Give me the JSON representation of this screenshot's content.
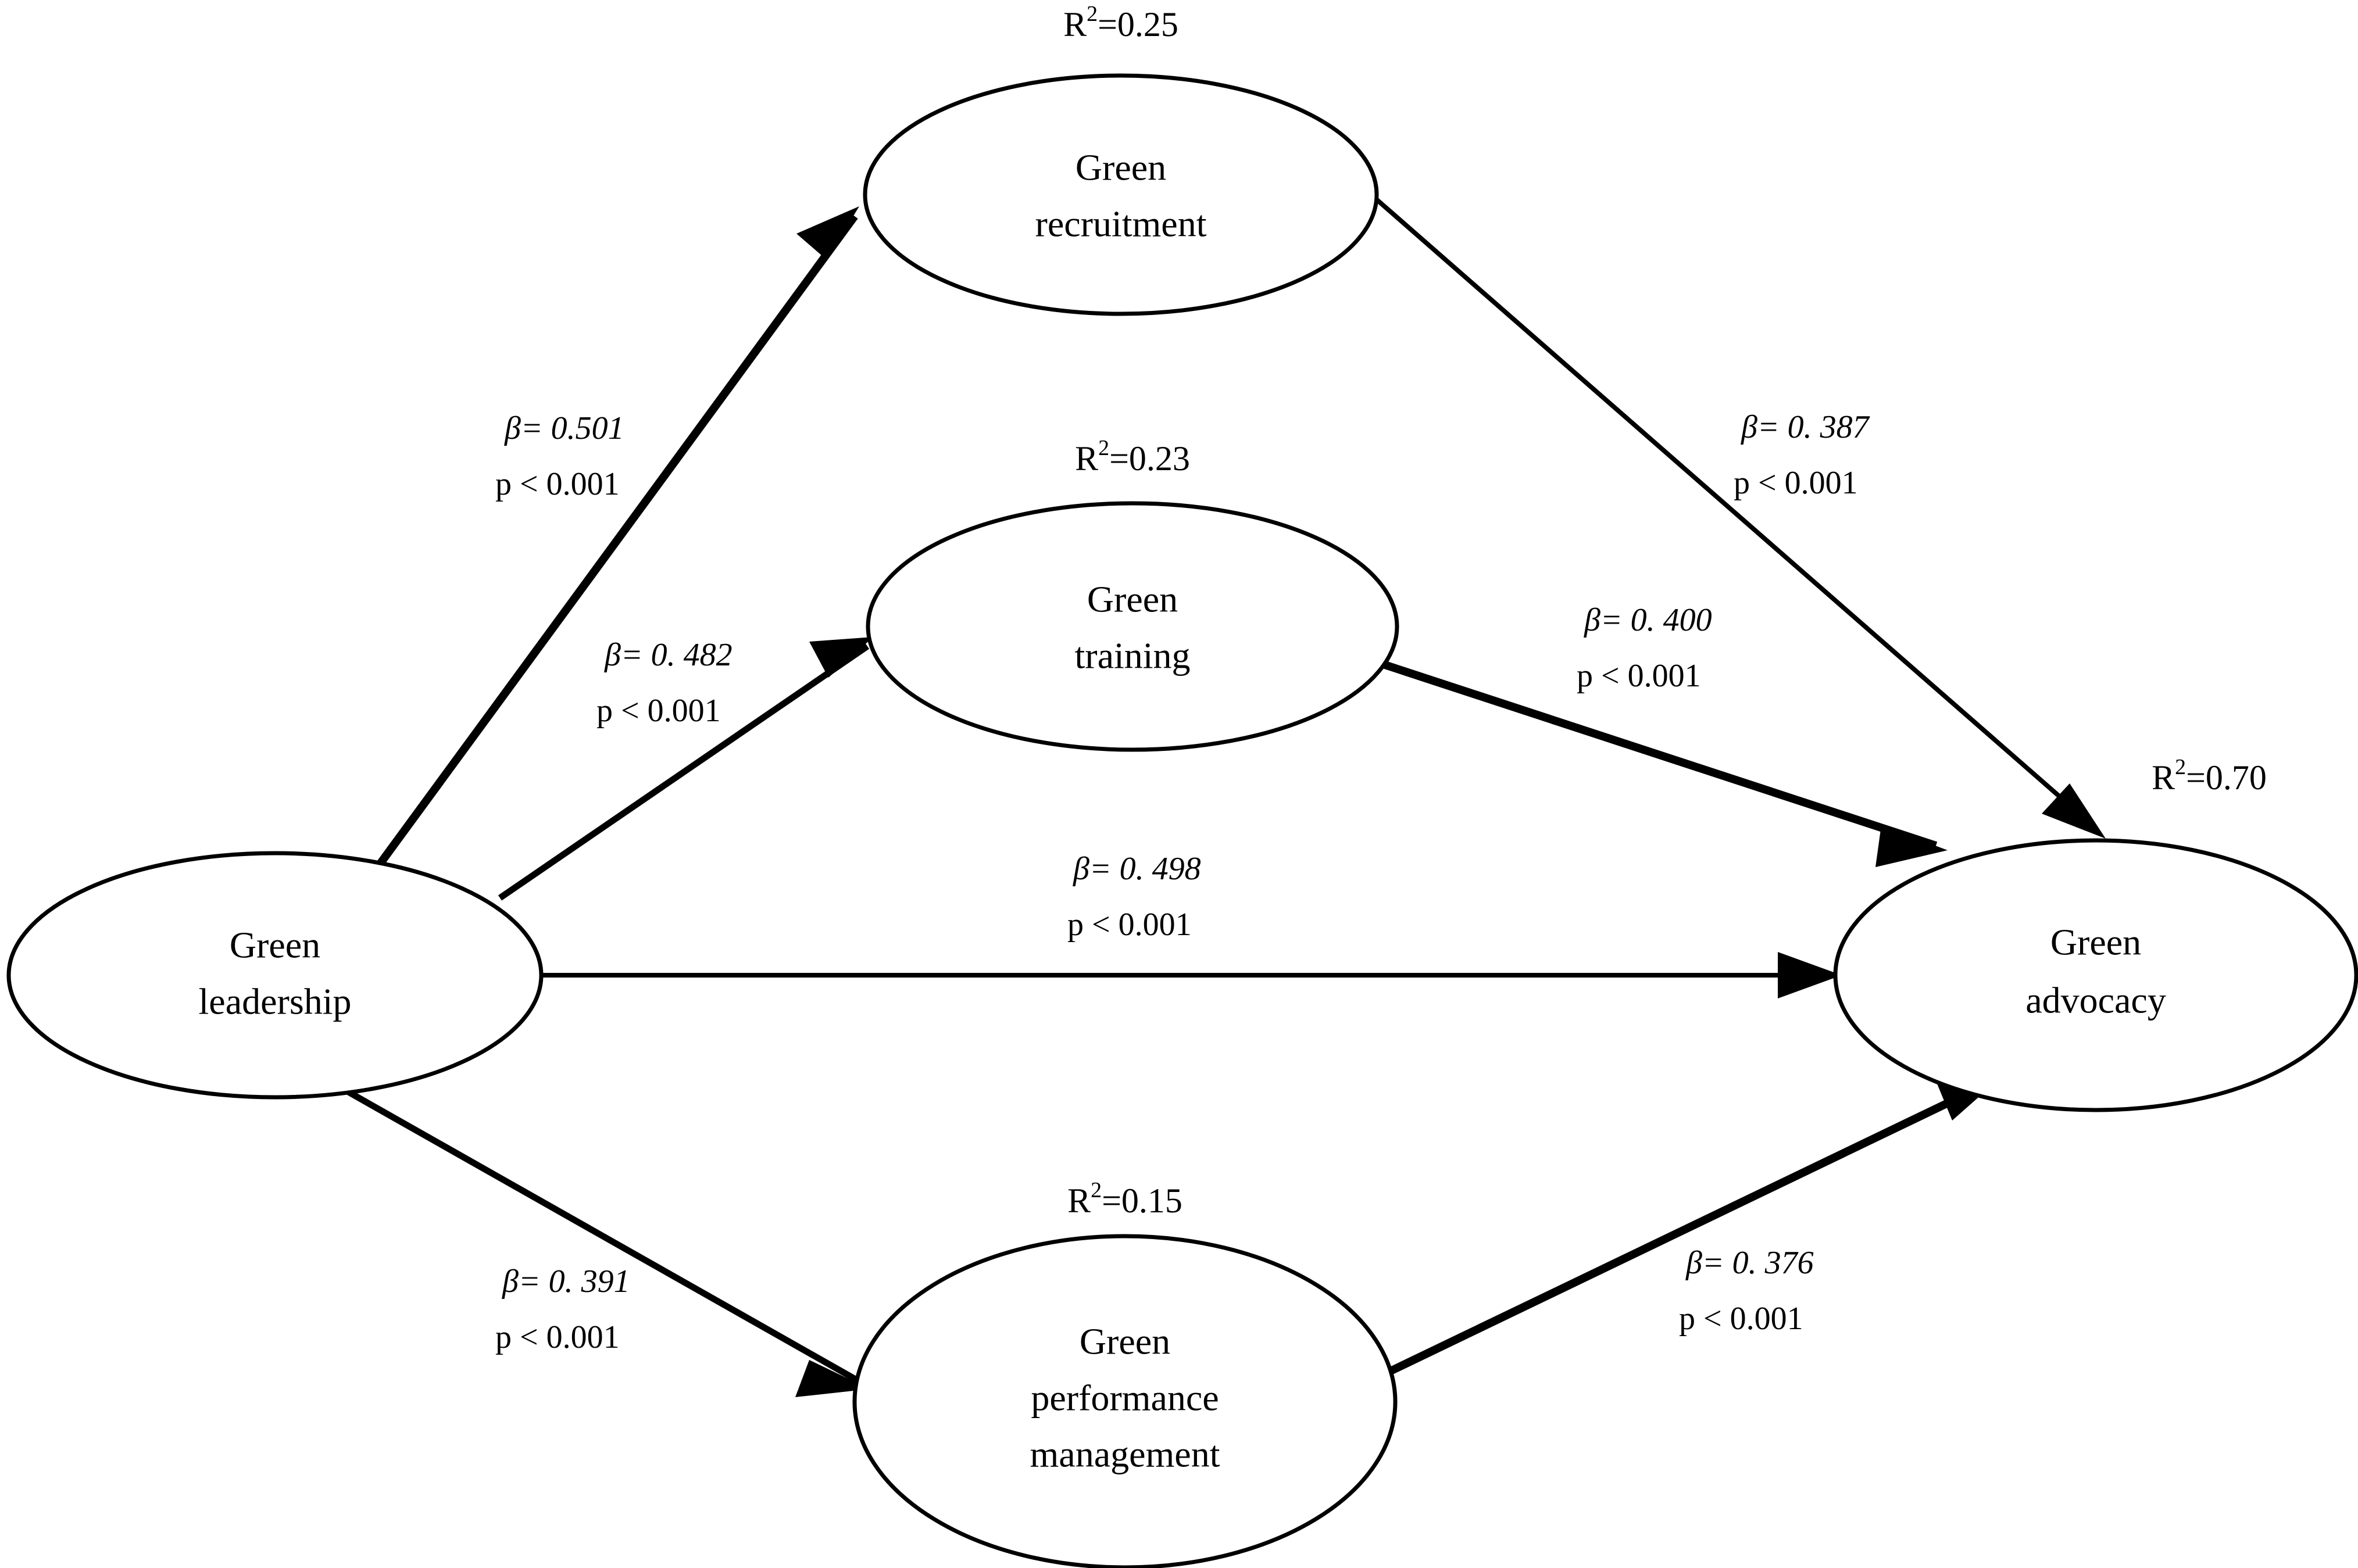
{
  "diagram": {
    "type": "sem-path-diagram",
    "background_color": "#ffffff",
    "line_color": "#000000",
    "text_color": "#000000",
    "nodes": [
      {
        "id": "green-leadership",
        "label_line1": "Green",
        "label_line2": "leadership",
        "label_line3": "",
        "r2": ""
      },
      {
        "id": "green-recruitment",
        "label_line1": "Green",
        "label_line2": "recruitment",
        "label_line3": "",
        "r2": "R²=0.25",
        "r2_base": "R",
        "r2_sup": "2",
        "r2_value": "=0.25"
      },
      {
        "id": "green-training",
        "label_line1": "Green",
        "label_line2": "training",
        "label_line3": "",
        "r2": "R²=0.23",
        "r2_base": "R",
        "r2_sup": "2",
        "r2_value": "=0.23"
      },
      {
        "id": "green-performance-management",
        "label_line1": "Green",
        "label_line2": "performance",
        "label_line3": "management",
        "r2": "R²=0.15",
        "r2_base": "R",
        "r2_sup": "2",
        "r2_value": "=0.15"
      },
      {
        "id": "green-advocacy",
        "label_line1": "Green",
        "label_line2": "advocacy",
        "label_line3": "",
        "r2": "R²=0.70",
        "r2_base": "R",
        "r2_sup": "2",
        "r2_value": "=0.70"
      }
    ],
    "paths": [
      {
        "id": "leadership-to-recruitment",
        "from": "green-leadership",
        "to": "green-recruitment",
        "beta": "β= 0.501",
        "p": "p < 0.001"
      },
      {
        "id": "leadership-to-training",
        "from": "green-leadership",
        "to": "green-training",
        "beta": "β= 0. 482",
        "p": "p < 0.001"
      },
      {
        "id": "leadership-to-advocacy",
        "from": "green-leadership",
        "to": "green-advocacy",
        "beta": "β= 0. 498",
        "p": "p < 0.001"
      },
      {
        "id": "leadership-to-performance",
        "from": "green-leadership",
        "to": "green-performance-management",
        "beta": "β= 0. 391",
        "p": "p < 0.001"
      },
      {
        "id": "recruitment-to-advocacy",
        "from": "green-recruitment",
        "to": "green-advocacy",
        "beta": "β= 0. 387",
        "p": "p < 0.001"
      },
      {
        "id": "training-to-advocacy",
        "from": "green-training",
        "to": "green-advocacy",
        "beta": "β= 0. 400",
        "p": "p < 0.001"
      },
      {
        "id": "performance-to-advocacy",
        "from": "green-performance-management",
        "to": "green-advocacy",
        "beta": "β= 0. 376",
        "p": "p < 0.001"
      }
    ]
  },
  "chart_data": {
    "type": "diagram",
    "title": "",
    "nodes": [
      {
        "name": "Green leadership",
        "r2": null
      },
      {
        "name": "Green recruitment",
        "r2": 0.25
      },
      {
        "name": "Green training",
        "r2": 0.23
      },
      {
        "name": "Green performance management",
        "r2": 0.15
      },
      {
        "name": "Green advocacy",
        "r2": 0.7
      }
    ],
    "edges": [
      {
        "from": "Green leadership",
        "to": "Green recruitment",
        "beta": 0.501,
        "p": "< 0.001"
      },
      {
        "from": "Green leadership",
        "to": "Green training",
        "beta": 0.482,
        "p": "< 0.001"
      },
      {
        "from": "Green leadership",
        "to": "Green advocacy",
        "beta": 0.498,
        "p": "< 0.001"
      },
      {
        "from": "Green leadership",
        "to": "Green performance management",
        "beta": 0.391,
        "p": "< 0.001"
      },
      {
        "from": "Green recruitment",
        "to": "Green advocacy",
        "beta": 0.387,
        "p": "< 0.001"
      },
      {
        "from": "Green training",
        "to": "Green advocacy",
        "beta": 0.4,
        "p": "< 0.001"
      },
      {
        "from": "Green performance management",
        "to": "Green advocacy",
        "beta": 0.376,
        "p": "< 0.001"
      }
    ]
  }
}
